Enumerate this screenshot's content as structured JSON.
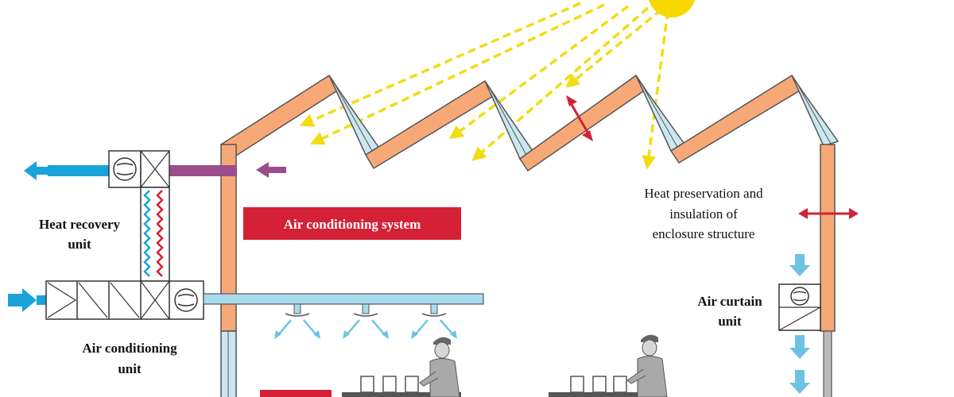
{
  "labels": {
    "heat_recovery_line1": "Heat recovery",
    "heat_recovery_line2": "unit",
    "ac_unit_line1": "Air conditioning",
    "ac_unit_line2": "unit",
    "ac_system_banner": "Air conditioning system",
    "heat_pres_line1": "Heat preservation and",
    "heat_pres_line2": "insulation of",
    "heat_pres_line3": "enclosure structure",
    "air_curtain_line1": "Air curtain",
    "air_curtain_line2": "unit"
  },
  "colors": {
    "wall_orange": "#f7a877",
    "wall_stroke": "#555555",
    "glass_blue": "#cbe7ef",
    "duct_blue": "#a8dcec",
    "arrow_blue": "#1aa3d9",
    "exhaust_purple": "#9c4d8c",
    "banner_red": "#d42136",
    "sun_yellow": "#f9d800",
    "ray_yellow": "#f2dc12",
    "heat_red": "#d42136",
    "worker_gray": "#a9a9a9"
  },
  "icons": [
    "fan-icon",
    "filter-cross-icon",
    "coil-icon",
    "sun-icon",
    "worker-icon",
    "diffuser-icon",
    "bidirectional-arrow-icon"
  ]
}
